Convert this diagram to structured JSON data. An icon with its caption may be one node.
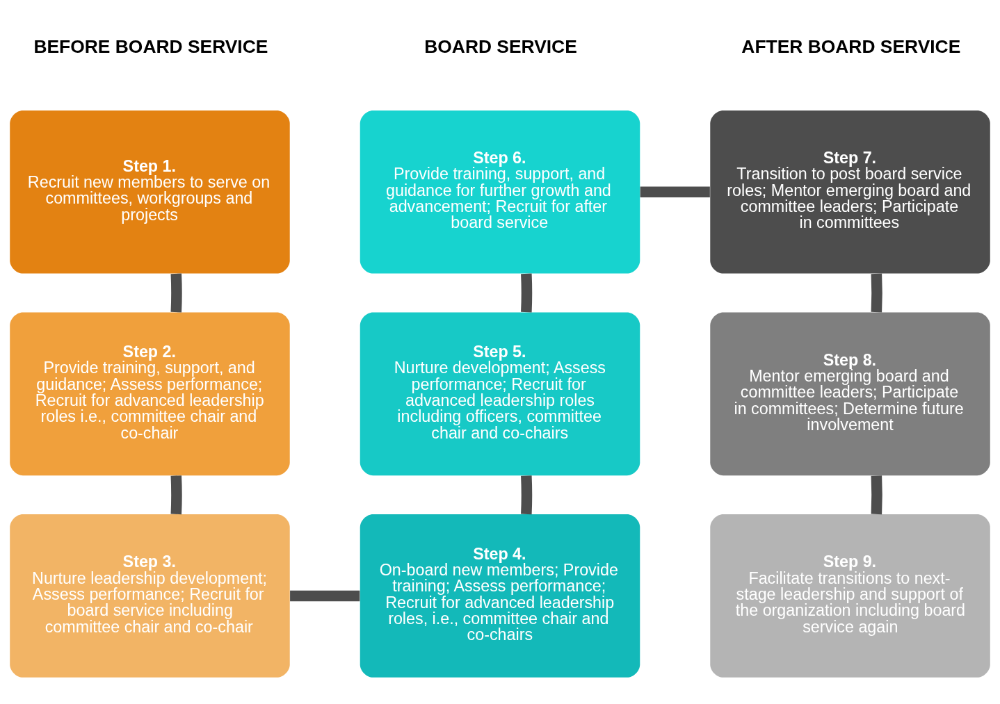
{
  "diagram": {
    "nodes": [
      {
        "text": [
          "Step 1.",
          "Recruit new members to serve on committees, workgroups and projects"
        ]
      },
      {
        "text": [
          "Step 2.",
          "Provide training, support, and guidance; Assess performance; Recruit for advanced leadership roles i.e., committee chair and co-chair"
        ]
      },
      {
        "text": [
          "Step 3.",
          "Nurture leadership development; Assess performance; Recruit for board service including committee chair and co-chair"
        ]
      },
      {
        "text": [
          "Step 4.",
          "On-board new members; Provide training; Assess performance; Recruit for advanced leadership roles, i.e., committee chair and co-chairs"
        ]
      },
      {
        "text": [
          "Step 5.",
          "Nurture development; Assess performance; Recruit for advanced leadership roles including officers, committee chair and co-chairs"
        ]
      },
      {
        "text": [
          "Step 6.",
          "Provide training, support, and guidance for further growth and advancement; Recruit for after board service"
        ]
      },
      {
        "text": [
          "Step 7.",
          "Transition to post board service roles; Mentor emerging board and committee leaders; Participate in committees"
        ]
      },
      {
        "text": [
          "Step 8.",
          "Mentor emerging board and committee leaders; Participate in committees; Determine future involvement"
        ]
      },
      {
        "text": [
          "Step 9.",
          "Facilitate transitions to next-stage leadership and support of the organization including board service again"
        ]
      }
    ],
    "edges": [
      {
        "from": 0,
        "to": 1,
        "arrow": "none"
      },
      {
        "from": 1,
        "to": 2,
        "arrow": "none"
      },
      {
        "from": 2,
        "to": 3,
        "arrow": "none"
      },
      {
        "from": 3,
        "to": 4,
        "arrow": "none"
      },
      {
        "from": 4,
        "to": 5,
        "arrow": "none"
      },
      {
        "from": 5,
        "to": 6,
        "arrow": "none"
      },
      {
        "from": 6,
        "to": 7,
        "arrow": "none"
      },
      {
        "from": 7,
        "to": 8,
        "arrow": "none"
      }
    ],
    "labels": [
      "BEFORE BOARD SERVICE",
      "BOARD SERVICE",
      "AFTER BOARD SERVICE"
    ]
  }
}
